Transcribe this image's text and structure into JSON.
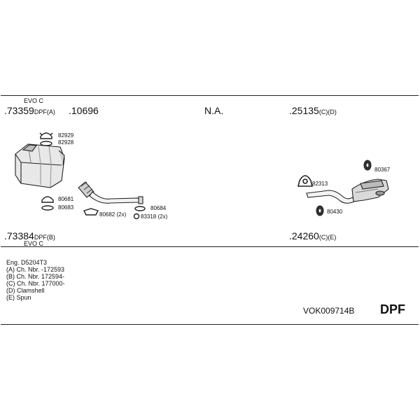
{
  "parts_top": {
    "evo_top": "EVO C",
    "p1_num": ".73359",
    "p1_suffix": "DPF(A)",
    "p2_num": ".10696",
    "p3_num": "N.A.",
    "p4_num": ".25135",
    "p4_suffix": "(C)(D)"
  },
  "parts_bottom": {
    "p5_num": ".73384",
    "p5_suffix": "DPF(B)",
    "evo_bottom": "EVO C",
    "p6_num": ".24260",
    "p6_suffix": "(C)(E)"
  },
  "labels": {
    "l82929": "82929",
    "l82928": "82928",
    "l80681": "80681",
    "l80683": "80683",
    "l80682": "80682 (2x)",
    "l80684": "80684",
    "l83318": "83318 (2x)",
    "l82313": "82313",
    "l80367": "80367",
    "l80430": "80430"
  },
  "notes": [
    "Eng. D5204T3",
    "(A) Ch. Nbr. -172593",
    "(B) Ch. Nbr. 172594-",
    "(C) Ch. Nbr. 177000-",
    "(D) Clamshell",
    "(E) Spun"
  ],
  "footer": {
    "kit_code": "VOK009714B",
    "kit_type": "DPF"
  }
}
